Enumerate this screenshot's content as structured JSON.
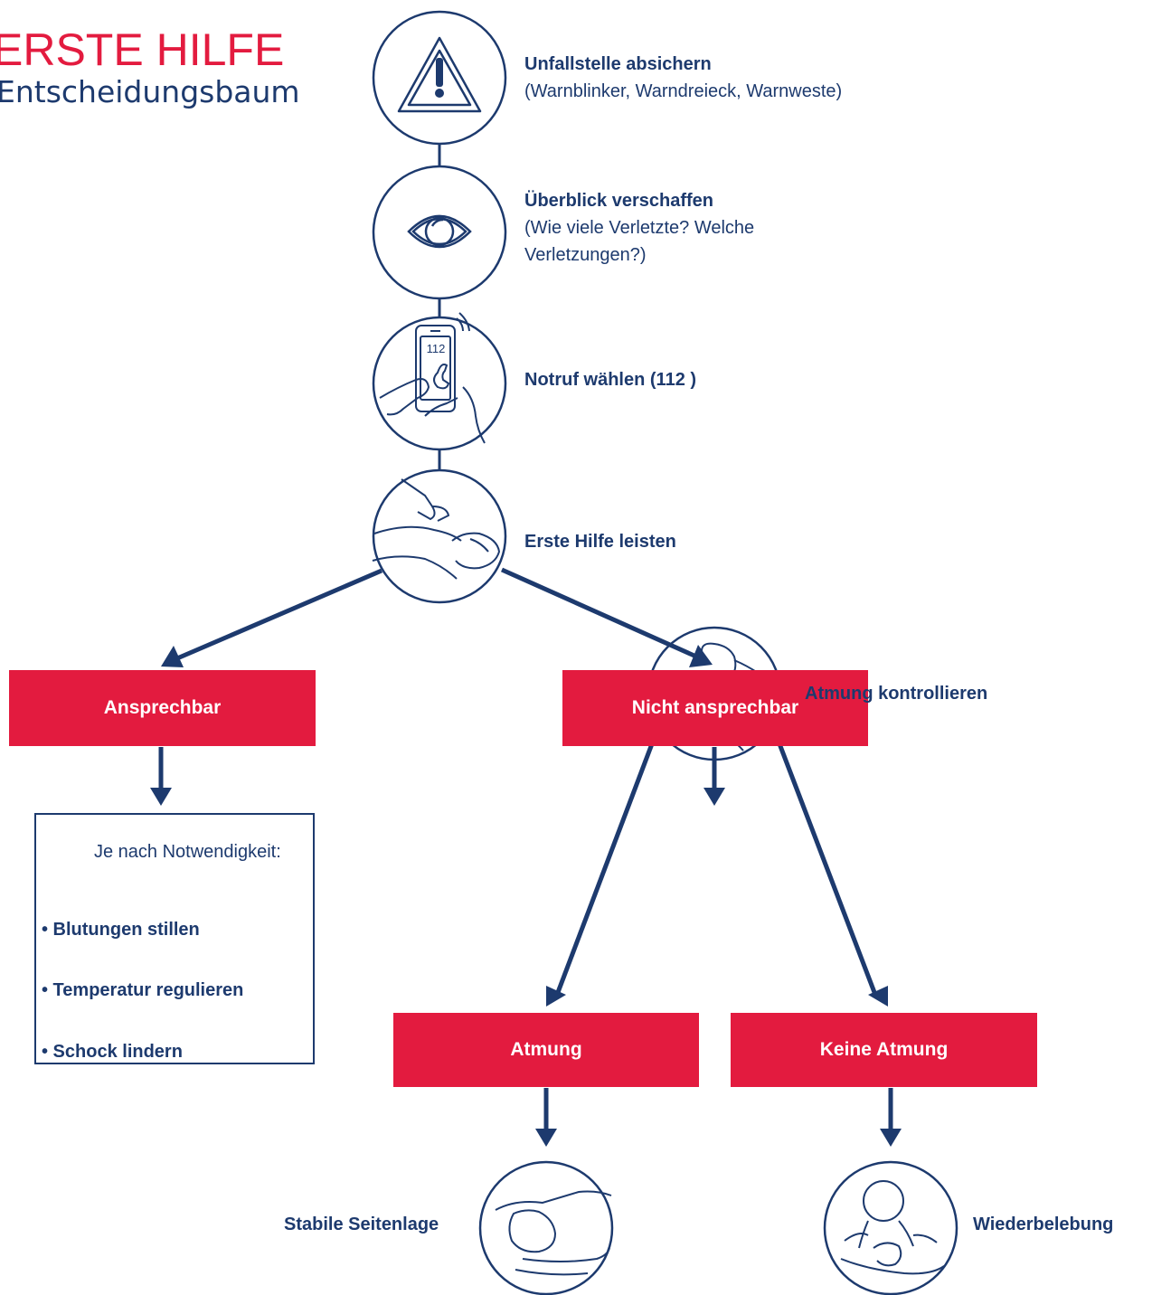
{
  "header": {
    "title": "ERSTE HILFE",
    "subtitle": "Entscheidungsbaum"
  },
  "steps": [
    {
      "title": "Unfallstelle absichern",
      "detail": "(Warnblinker, Warndreieck, Warnweste)",
      "icon": "warning-triangle-icon"
    },
    {
      "title": "Überblick verschaffen",
      "detail_line1": "(Wie viele Verletzte? Welche",
      "detail_line2": "Verletzungen?)",
      "icon": "eye-icon"
    },
    {
      "title": "Notruf wählen (112 )",
      "phone_number": "112",
      "icon": "phone-call-icon"
    },
    {
      "title": "Erste Hilfe leisten",
      "icon": "first-aid-hand-icon"
    }
  ],
  "branches": {
    "left": {
      "label": "Ansprechbar",
      "box": {
        "intro": "Je nach Notwendigkeit:",
        "items": [
          "• Blutungen stillen",
          "• Temperatur regulieren",
          "• Schock lindern"
        ]
      }
    },
    "right": {
      "label": "Nicht ansprechbar",
      "check": "Atmung kontrollieren",
      "yes": {
        "label": "Atmung",
        "action": "Stabile Seitenlage"
      },
      "no": {
        "label": "Keine Atmung",
        "action": "Wiederbelebung"
      }
    }
  },
  "colors": {
    "accent_red": "#e31b3f",
    "navy": "#1d3a6e",
    "background": "#ffffff"
  }
}
